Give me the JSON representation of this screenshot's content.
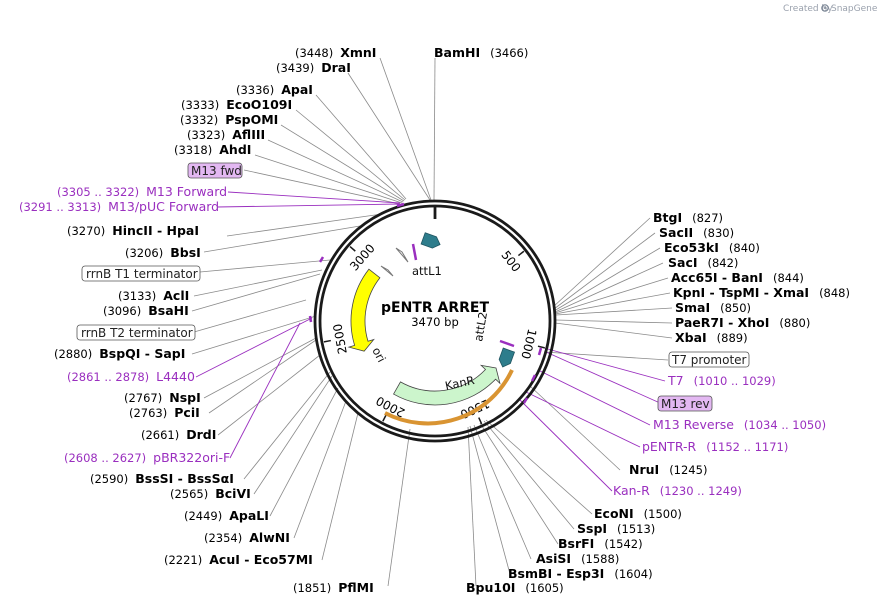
{
  "brand": {
    "created_by": "Created by",
    "name": "SnapGene",
    "color": "#7a8594"
  },
  "map": {
    "name": "pENTR ARRET",
    "length_label": "3470 bp",
    "total_bp": 3470,
    "ticks": [
      {
        "bp": 500,
        "label": "500"
      },
      {
        "bp": 1000,
        "label": "1000"
      },
      {
        "bp": 1500,
        "label": "1500"
      },
      {
        "bp": 2000,
        "label": "2000"
      },
      {
        "bp": 2500,
        "label": "2500"
      },
      {
        "bp": 3000,
        "label": "3000"
      }
    ]
  },
  "features": [
    {
      "name": "ori",
      "start": 2380,
      "end": 2970,
      "dir": "ccw",
      "color": "#ffff00",
      "ring": "inner"
    },
    {
      "name": "KanR",
      "start": 1230,
      "end": 2020,
      "dir": "ccw",
      "color": "#ccf5cc",
      "ring": "inner"
    },
    {
      "name": "attL1",
      "start": 3385,
      "end": 3470,
      "dir": "cw",
      "color": "#2e7d8c",
      "ring": "marker"
    },
    {
      "name": "attL2",
      "start": 1100,
      "end": 1180,
      "dir": "cw",
      "color": "#2e7d8c",
      "ring": "marker"
    }
  ],
  "sites": [
    {
      "name": "XmnI",
      "pos": "(3448)",
      "side": "left"
    },
    {
      "name": "DraI",
      "pos": "(3439)",
      "side": "left"
    },
    {
      "name": "ApaI",
      "pos": "(3336)",
      "side": "left"
    },
    {
      "name": "EcoO109I",
      "pos": "(3333)",
      "side": "left"
    },
    {
      "name": "PspOMI",
      "pos": "(3332)",
      "side": "left"
    },
    {
      "name": "AflIII",
      "pos": "(3323)",
      "side": "left"
    },
    {
      "name": "AhdI",
      "pos": "(3318)",
      "side": "left"
    },
    {
      "name": "HincII - HpaI",
      "pos": "(3270)",
      "side": "left"
    },
    {
      "name": "BbsI",
      "pos": "(3206)",
      "side": "left"
    },
    {
      "name": "AclI",
      "pos": "(3133)",
      "side": "left"
    },
    {
      "name": "BsaHI",
      "pos": "(3096)",
      "side": "left"
    },
    {
      "name": "BspQI - SapI",
      "pos": "(2880)",
      "side": "left"
    },
    {
      "name": "NspI",
      "pos": "(2767)",
      "side": "left"
    },
    {
      "name": "PciI",
      "pos": "(2763)",
      "side": "left"
    },
    {
      "name": "DrdI",
      "pos": "(2661)",
      "side": "left"
    },
    {
      "name": "BssSI - BssSαI",
      "pos": "(2590)",
      "side": "left"
    },
    {
      "name": "BciVI",
      "pos": "(2565)",
      "side": "left"
    },
    {
      "name": "ApaLI",
      "pos": "(2449)",
      "side": "left"
    },
    {
      "name": "AlwNI",
      "pos": "(2354)",
      "side": "left"
    },
    {
      "name": "AcuI - Eco57MI",
      "pos": "(2221)",
      "side": "left"
    },
    {
      "name": "PflMI",
      "pos": "(1851)",
      "side": "left"
    },
    {
      "name": "BamHI",
      "pos": "(3466)",
      "side": "right"
    },
    {
      "name": "BtgI",
      "pos": "(827)",
      "side": "right"
    },
    {
      "name": "SacII",
      "pos": "(830)",
      "side": "right"
    },
    {
      "name": "Eco53kI",
      "pos": "(840)",
      "side": "right"
    },
    {
      "name": "SacI",
      "pos": "(842)",
      "side": "right"
    },
    {
      "name": "Acc65I - BanI",
      "pos": "(844)",
      "side": "right"
    },
    {
      "name": "KpnI - TspMI - XmaI",
      "pos": "(848)",
      "side": "right"
    },
    {
      "name": "SmaI",
      "pos": "(850)",
      "side": "right"
    },
    {
      "name": "PaeR7I - XhoI",
      "pos": "(880)",
      "side": "right"
    },
    {
      "name": "XbaI",
      "pos": "(889)",
      "side": "right"
    },
    {
      "name": "NruI",
      "pos": "(1245)",
      "side": "right"
    },
    {
      "name": "EcoNI",
      "pos": "(1500)",
      "side": "right"
    },
    {
      "name": "SspI",
      "pos": "(1513)",
      "side": "right"
    },
    {
      "name": "BsrFI",
      "pos": "(1542)",
      "side": "right"
    },
    {
      "name": "AsiSI",
      "pos": "(1588)",
      "side": "right"
    },
    {
      "name": "BsmBI - Esp3I",
      "pos": "(1604)",
      "side": "right"
    },
    {
      "name": "Bpu10I",
      "pos": "(1605)",
      "side": "right"
    }
  ],
  "primers": [
    {
      "name": "M13 Forward",
      "pos": "(3305 .. 3322)",
      "side": "left"
    },
    {
      "name": "M13/pUC Forward",
      "pos": "(3291 .. 3313)",
      "side": "left"
    },
    {
      "name": "L4440",
      "pos": "(2861 .. 2878)",
      "side": "left"
    },
    {
      "name": "pBR322ori-F",
      "pos": "(2608 .. 2627)",
      "side": "left"
    },
    {
      "name": "T7",
      "pos": "(1010 .. 1029)",
      "side": "right"
    },
    {
      "name": "M13 Reverse",
      "pos": "(1034 .. 1050)",
      "side": "right"
    },
    {
      "name": "pENTR-R",
      "pos": "(1152 .. 1171)",
      "side": "right"
    },
    {
      "name": "Kan-R",
      "pos": "(1230 .. 1249)",
      "side": "right"
    }
  ],
  "boxed_labels": [
    {
      "name": "M13 fwd",
      "kind": "primer"
    },
    {
      "name": "rrnB T1 terminator",
      "kind": "feature"
    },
    {
      "name": "rrnB T2 terminator",
      "kind": "feature"
    },
    {
      "name": "T7 promoter",
      "kind": "feature"
    },
    {
      "name": "M13 rev",
      "kind": "primer"
    }
  ],
  "colors": {
    "primer": "#9a2fbf",
    "primer_box": "#e3b8f2",
    "backbone": "#1a1a1a",
    "ori": "#ffff00",
    "kanr": "#ccf5cc",
    "att": "#2e7d8c",
    "kan_primer_band": "#d99432"
  }
}
